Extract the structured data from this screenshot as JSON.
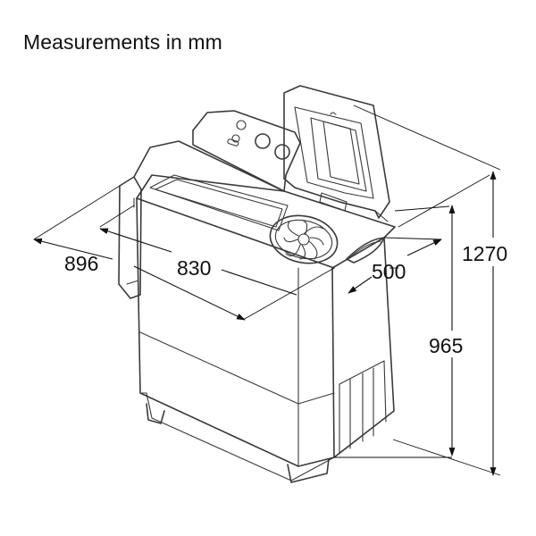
{
  "title": "Measurements in mm",
  "dimensions": {
    "depth": "896",
    "width": "830",
    "height_open": "1270",
    "height_closed": "965",
    "side_depth": "500"
  }
}
